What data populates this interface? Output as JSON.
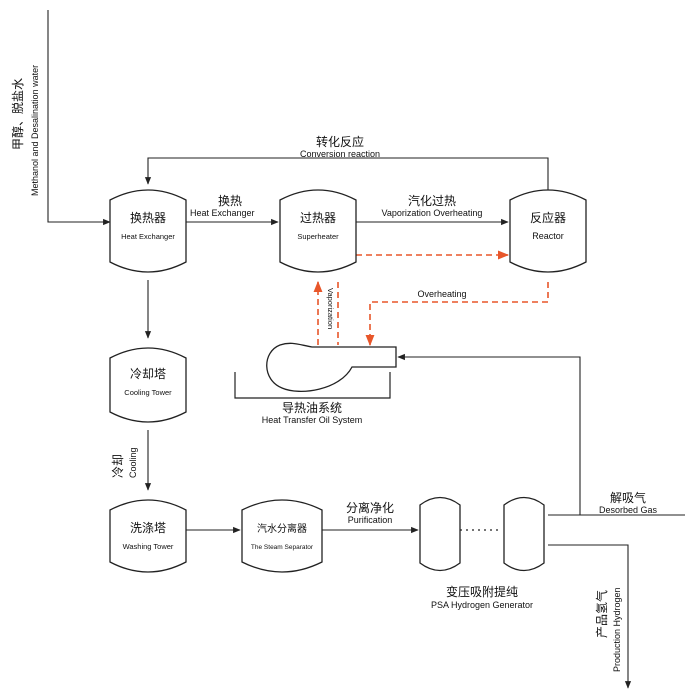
{
  "feed": {
    "cn": "甲醇、脱盐水",
    "en": "Methanol and Desalination water"
  },
  "conversion": {
    "cn": "转化反应",
    "en": "Conversion reaction"
  },
  "heat_exchange_label": {
    "cn": "换热",
    "en": "Heat Exchanger"
  },
  "vaporization_overheating": {
    "cn": "汽化过热",
    "en": "Vaporization Overheating"
  },
  "overheating": {
    "en": "Overheating"
  },
  "vaporization": {
    "en": "Vaporization"
  },
  "cooling": {
    "cn": "冷却",
    "en": "Cooling"
  },
  "purification": {
    "cn": "分离净化",
    "en": "Purification"
  },
  "desorbed_gas": {
    "cn": "解吸气",
    "en": "Desorbed Gas"
  },
  "production_hydrogen": {
    "cn": "产品氢气",
    "en": "Production Hydrogen"
  },
  "units": {
    "heat_exchanger": {
      "cn": "换热器",
      "en": "Heat Exchanger"
    },
    "superheater": {
      "cn": "过热器",
      "en": "Superheater"
    },
    "reactor": {
      "cn": "反应器",
      "en": "Reactor"
    },
    "cooling_tower": {
      "cn": "冷却塔",
      "en": "Cooling Tower"
    },
    "washing_tower": {
      "cn": "洗涤塔",
      "en": "Washing Tower"
    },
    "steam_separator": {
      "cn": "汽水分离器",
      "en": "The Steam Separator"
    },
    "heat_transfer_oil": {
      "cn": "导热油系统",
      "en": "Heat Transfer Oil System"
    },
    "psa": {
      "cn": "变压吸附提纯",
      "en": "PSA Hydrogen Generator"
    }
  },
  "colors": {
    "line": "#222222",
    "oil_flow": "#e8562a"
  }
}
